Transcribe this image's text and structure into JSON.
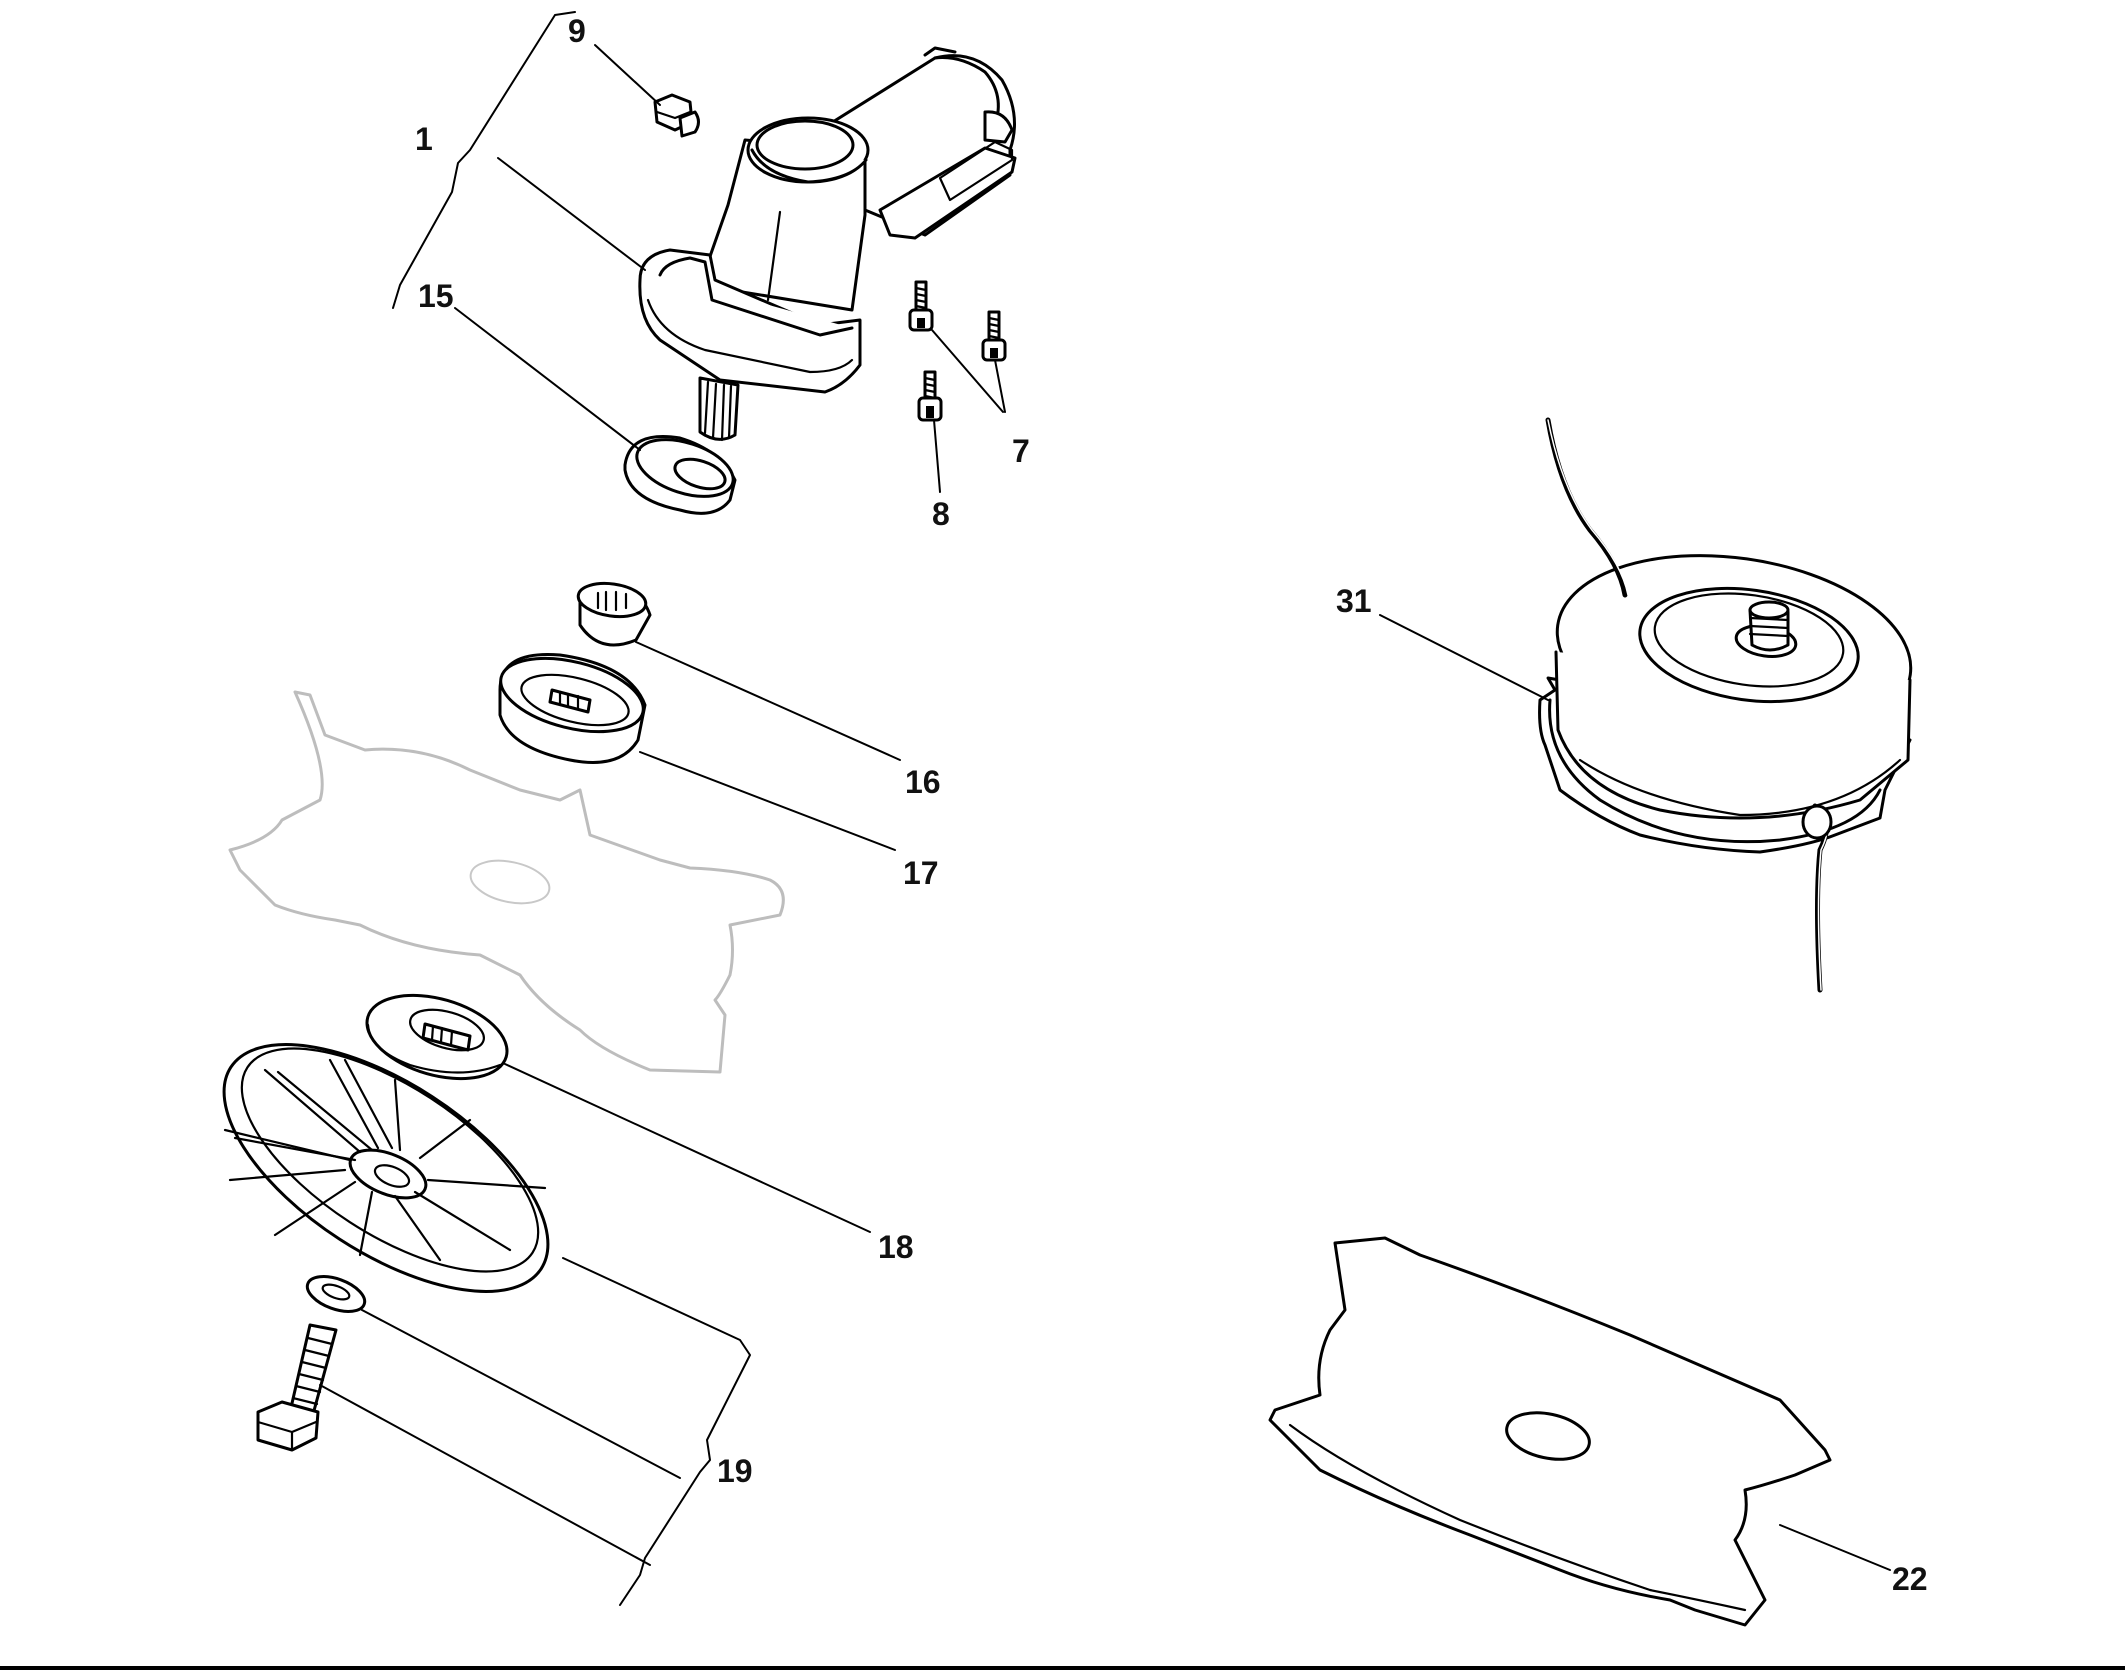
{
  "callouts": {
    "c9": "9",
    "c1": "1",
    "c15": "15",
    "c7": "7",
    "c8": "8",
    "c31": "31",
    "c16": "16",
    "c17": "17",
    "c18": "18",
    "c19": "19",
    "c22": "22"
  },
  "colors": {
    "line": "#000000",
    "ghost": "#bdbdbd",
    "background": "#ffffff"
  }
}
